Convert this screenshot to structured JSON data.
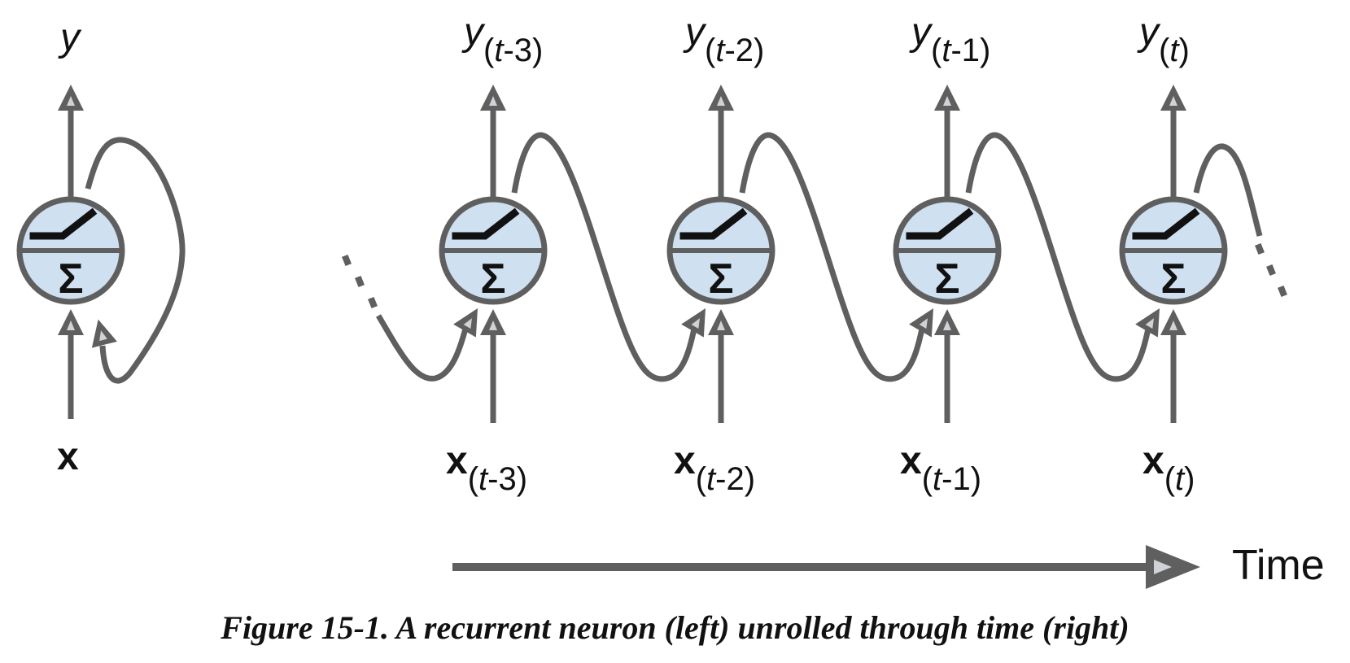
{
  "colors": {
    "stroke": "#5f5f5f",
    "neuron_fill": "#cfe0f1",
    "text": "#111111"
  },
  "folded": {
    "output_label": "y",
    "input_label": "x"
  },
  "unrolled": [
    {
      "output_base": "y",
      "output_sub_open": "(",
      "output_sub_t": "t",
      "output_sub_rest": "-3)",
      "input_base": "x",
      "input_sub_open": "(",
      "input_sub_t": "t",
      "input_sub_rest": "-3)"
    },
    {
      "output_base": "y",
      "output_sub_open": "(",
      "output_sub_t": "t",
      "output_sub_rest": "-2)",
      "input_base": "x",
      "input_sub_open": "(",
      "input_sub_t": "t",
      "input_sub_rest": "-2)"
    },
    {
      "output_base": "y",
      "output_sub_open": "(",
      "output_sub_t": "t",
      "output_sub_rest": "-1)",
      "input_base": "x",
      "input_sub_open": "(",
      "input_sub_t": "t",
      "input_sub_rest": "-1)"
    },
    {
      "output_base": "y",
      "output_sub_open": "(",
      "output_sub_t": "t",
      "output_sub_rest": ")",
      "input_base": "x",
      "input_sub_open": "(",
      "input_sub_t": "t",
      "input_sub_rest": ")"
    }
  ],
  "neuron": {
    "sum_symbol": "Σ"
  },
  "time_axis": {
    "label": "Time"
  },
  "caption": "Figure 15-1. A recurrent neuron (left) unrolled through time (right)"
}
